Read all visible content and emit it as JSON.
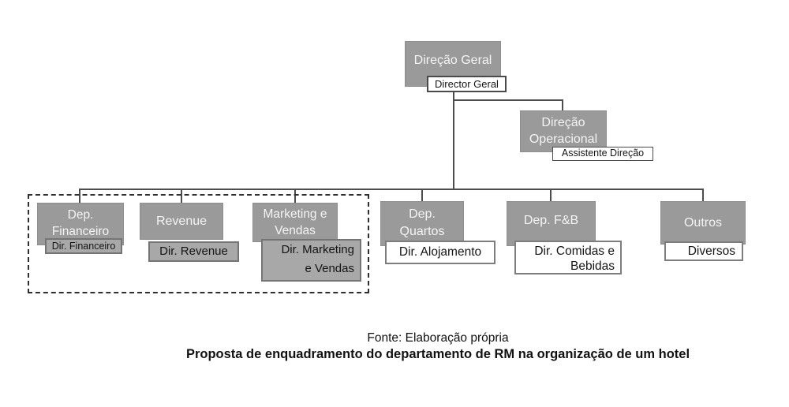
{
  "colors": {
    "node_fill": "#9a9a9a",
    "node_text": "#f4f4f4",
    "role_label_gray_fill": "#a8a8a8",
    "role_label_white_fill": "#ffffff",
    "role_label_text": "#151515",
    "connector_line": "#4d4d4d",
    "dashed_group_border": "#2f2f2f",
    "background": "#ffffff"
  },
  "org_chart": {
    "nodes": {
      "direcao_geral": {
        "title": "Direção Geral",
        "role_label": "Director Geral"
      },
      "direcao_operacional": {
        "title_lines": [
          "Direção",
          "Operacional"
        ],
        "role_label": "Assistente Direção"
      },
      "dep_financeiro": {
        "title_lines": [
          "Dep.",
          "Financeiro"
        ],
        "role_label": "Dir. Financeiro"
      },
      "revenue": {
        "title": "Revenue",
        "role_label": "Dir. Revenue"
      },
      "marketing_vendas": {
        "title_lines": [
          "Marketing e",
          "Vendas"
        ],
        "role_label_lines": [
          "Dir. Marketing",
          "e Vendas"
        ]
      },
      "dep_quartos": {
        "title_lines": [
          "Dep.",
          "Quartos"
        ],
        "role_label": "Dir. Alojamento"
      },
      "dep_fb": {
        "title": "Dep. F&B",
        "role_label_lines": [
          "Dir. Comidas e",
          "Bebidas"
        ]
      },
      "outros": {
        "title": "Outros",
        "role_label": "Diversos"
      }
    }
  },
  "caption": {
    "source": "Fonte: Elaboração própria",
    "title": "Proposta de enquadramento do departamento de RM na organização de um hotel"
  }
}
